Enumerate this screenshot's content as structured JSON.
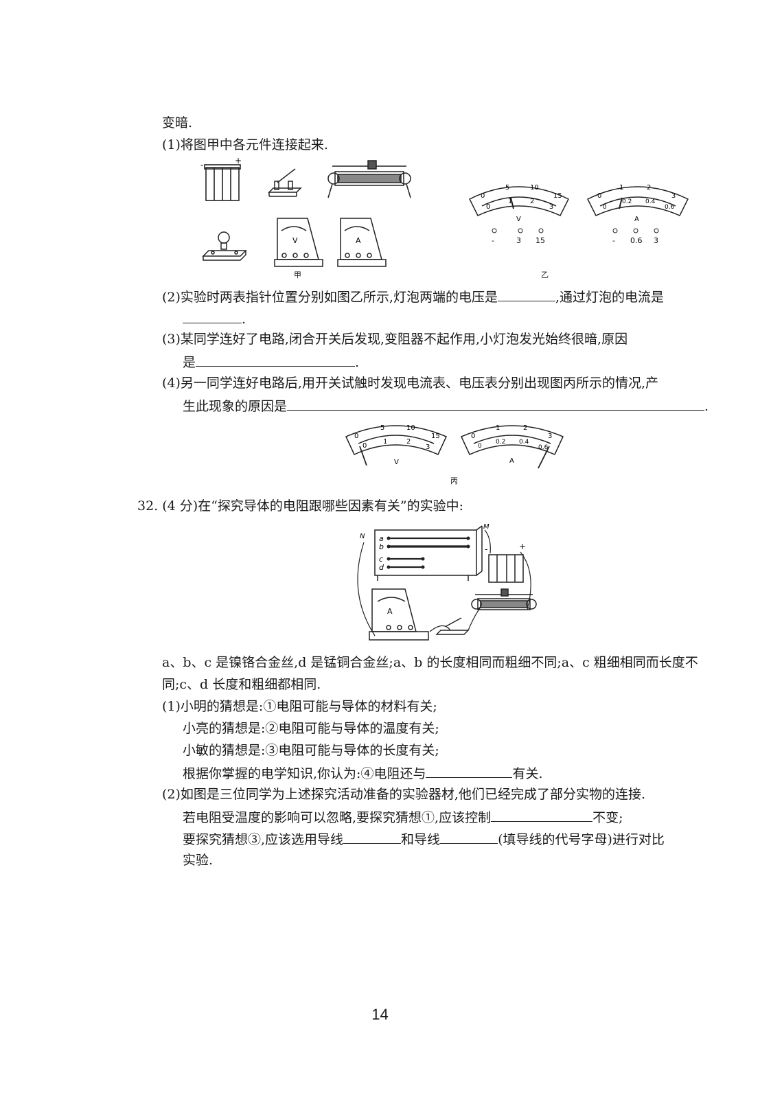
{
  "q31": {
    "intro_tail": "变暗.",
    "p1": "(1)将图甲中各元件连接起来.",
    "p2_a": "(2)实验时两表指针位置分别如图乙所示,灯泡两端的电压是",
    "p2_b": ",通过灯泡的电流是",
    "p2_end": ".",
    "p3_a": "(3)某同学连好了电路,闭合开关后发现,变阻器不起作用,小灯泡发光始终很暗,原因",
    "p3_b": "是",
    "p3_end": ".",
    "p4_a": "(4)另一同学连好电路后,用开关试触时发现电流表、电压表分别出现图丙所示的情况,产",
    "p4_b": "生此现象的原因是",
    "p4_end": "."
  },
  "figures": {
    "jia": "甲",
    "yi": "乙",
    "bing": "丙",
    "v_scale_top": [
      "0",
      "5",
      "10",
      "15"
    ],
    "v_scale_bottom": [
      "0",
      "1",
      "2",
      "3"
    ],
    "a_scale_top": [
      "0",
      "1",
      "2",
      "3"
    ],
    "a_scale_bottom": [
      "0",
      "0.2",
      "0.4",
      "0.6"
    ],
    "v_letter": "V",
    "a_letter": "A",
    "v_terminals": [
      "-",
      "3",
      "15"
    ],
    "a_terminals": [
      "-",
      "0.6",
      "3"
    ],
    "wire_labels": [
      "a",
      "b",
      "c",
      "d"
    ],
    "point_m": "M",
    "point_n": "N",
    "minus": "-",
    "plus": "+"
  },
  "q32": {
    "title": "32. (4 分)在“探究导体的电阻跟哪些因素有关”的实验中:",
    "desc1": "a、b、c 是镍铬合金丝,d 是锰铜合金丝;a、b 的长度相同而粗细不同;a、c 粗细相同而长度不",
    "desc2": "同;c、d 长度和粗细都相同.",
    "p1_a": "(1)小明的猜想是:①电阻可能与导体的材料有关;",
    "p1_b": "小亮的猜想是:②电阻可能与导体的温度有关;",
    "p1_c": "小敏的猜想是:③电阻可能与导体的长度有关;",
    "p1_d": "根据你掌握的电学知识,你认为:④电阻还与",
    "p1_d_end": "有关.",
    "p2_a": "(2)如图是三位同学为上述探究活动准备的实验器材,他们已经完成了部分实物的连接.",
    "p2_b": "若电阻受温度的影响可以忽略,要探究猜想①,应该控制",
    "p2_b_end": "不变;",
    "p2_c": "要探究猜想③,应该选用导线",
    "p2_c_mid": "和导线",
    "p2_c_end": "(填导线的代号字母)进行对比",
    "p2_d": "实验."
  },
  "page_number": "14"
}
